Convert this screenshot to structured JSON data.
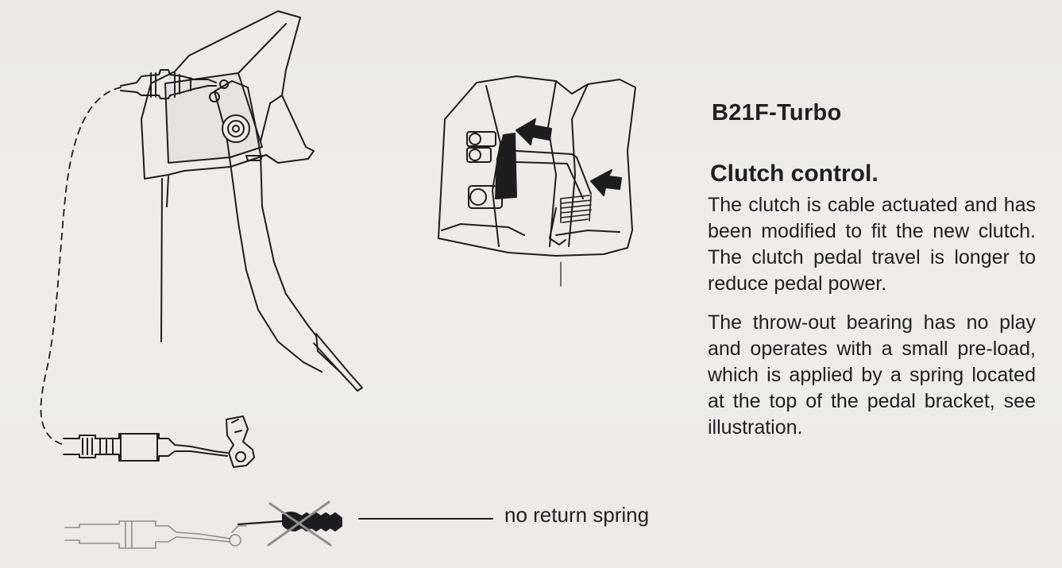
{
  "document": {
    "model": "B21F-Turbo",
    "section_title": "Clutch control.",
    "paragraphs": [
      "The clutch is cable actuated and has been modified to fit the new clutch. The clutch pedal travel is longer to reduce pedal power.",
      "The throw-out bearing has no play and operates with a small pre-load, which is applied by a spring located at the top of the pedal bracket, see illustration."
    ]
  },
  "illustration": {
    "callout_label": "no return spring"
  },
  "colors": {
    "ink": "#1d1d1f",
    "paper": "#ecebe7",
    "faded_ink": "#9a9a98"
  }
}
